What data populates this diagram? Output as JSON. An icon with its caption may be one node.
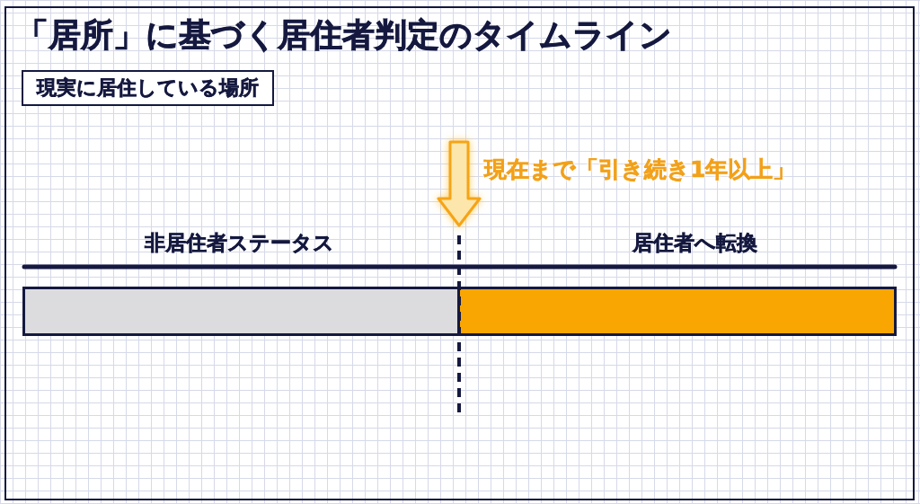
{
  "diagram": {
    "title": "「居所」に基づく居住者判定のタイムライン",
    "nodes": [
      {
        "text": [
          "現実に居住している場所"
        ]
      },
      {
        "text": [
          "非居住者ステータス"
        ]
      },
      {
        "text": [
          "居住者へ転換"
        ]
      }
    ],
    "labels": [
      "現在まで「引き続き1年以上」"
    ]
  }
}
